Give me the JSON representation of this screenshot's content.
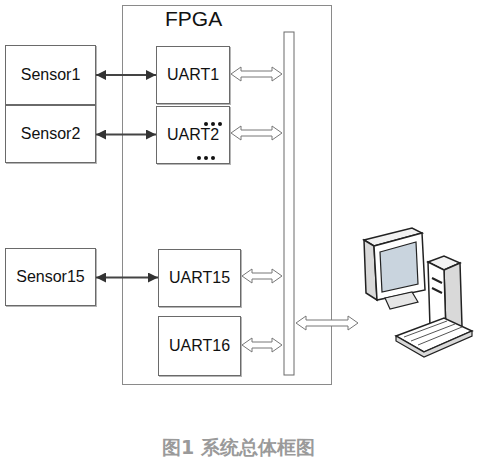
{
  "diagram": {
    "caption": "图1 系统总体框图",
    "nodes": [
      {
        "text": [
          "FPGA"
        ]
      },
      {
        "text": [
          "Sensor1"
        ]
      },
      {
        "text": [
          "UART1"
        ],
        "in": 0
      },
      {
        "text": [
          "Sensor2"
        ]
      },
      {
        "text": [
          "UART2"
        ],
        "in": 0
      },
      {
        "text": [
          "Sensor15"
        ]
      },
      {
        "text": [
          "UART15"
        ],
        "in": 0
      },
      {
        "text": [
          "UART16"
        ],
        "in": 0
      }
    ],
    "edges": [
      {
        "from": 1,
        "to": 2,
        "arrow": "both"
      },
      {
        "from": 3,
        "to": 4,
        "arrow": "both"
      },
      {
        "from": 5,
        "to": 6,
        "arrow": "both"
      }
    ]
  }
}
